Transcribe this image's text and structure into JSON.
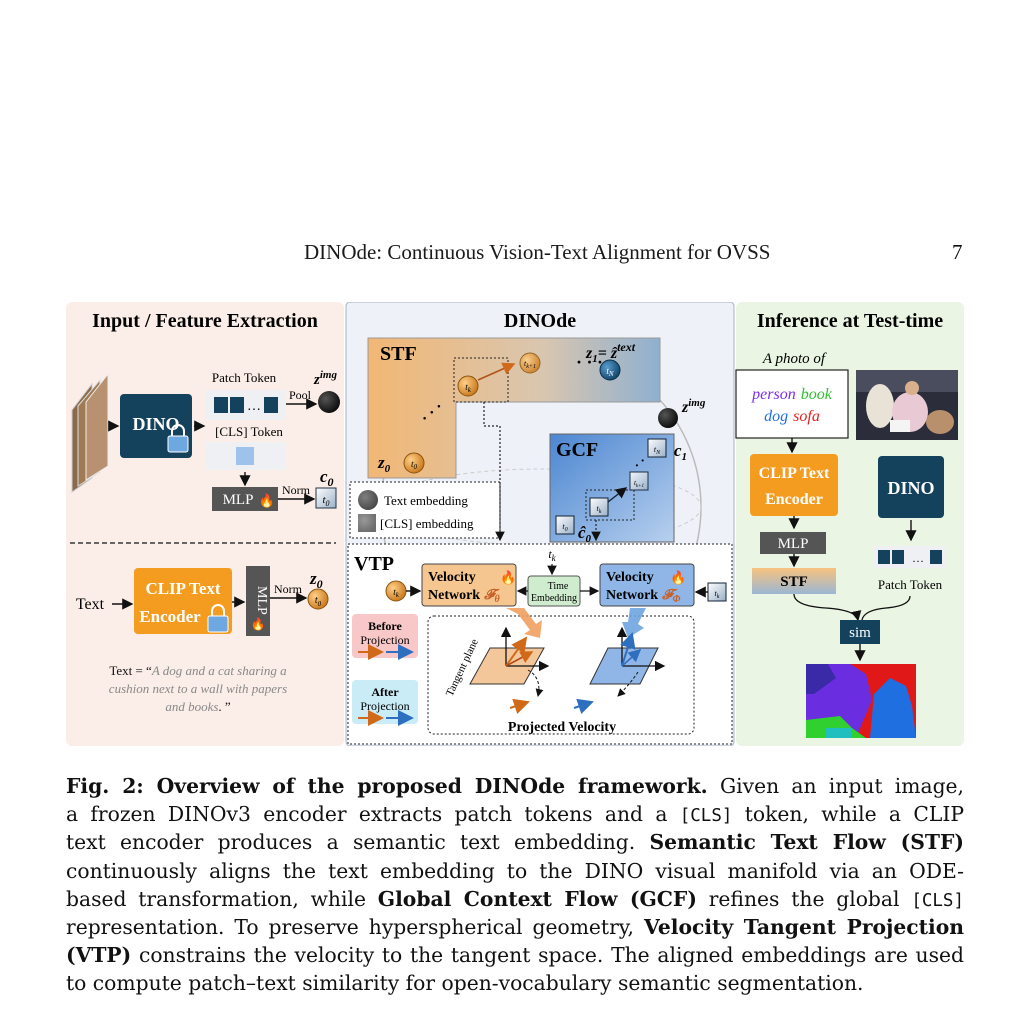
{
  "header": {
    "running_title": "DINOde: Continuous Vision-Text Alignment for OVSS",
    "page_number": "7"
  },
  "figure": {
    "panel_left": {
      "title": "Input / Feature Extraction",
      "dino_label": "DINO",
      "patch_token_label": "Patch Token",
      "pool_label": "Pool",
      "z_img": "z",
      "z_img_sup": "img",
      "cls_token_label": "[CLS] Token",
      "mlp_label": "MLP",
      "norm_label": "Norm",
      "c0_label": "c",
      "c0_sub": "0",
      "t0_label": "t",
      "t0_sub": "0",
      "text_label": "Text",
      "clip_text_encoder_line1": "CLIP Text",
      "clip_text_encoder_line2": "Encoder",
      "mlp_vertical": "MLP",
      "norm_label_2": "Norm",
      "z0_label": "z",
      "z0_sub": "0",
      "text_eq": "Text = “",
      "text_example_1": "A dog and a cat sharing a",
      "text_example_2": "cushion next to a wall with papers",
      "text_example_3": "and books",
      "text_example_end": ". ”"
    },
    "panel_center": {
      "title": "DINOde",
      "stf_label": "STF",
      "gcf_label": "GCF",
      "z1_label": "z",
      "z1_sub": "1",
      "z1_eq": "= ẑ",
      "z1_sup": "text",
      "z_img": "z",
      "z_img_sup": "img",
      "z0_label": "z",
      "z0_sub": "0",
      "c1_label": "c",
      "c1_sub": "1",
      "c0_hat": "ĉ",
      "c0_sub": "0",
      "tk": "t",
      "tk_sub": "k",
      "tk1_sub": "k+1",
      "tN_sub": "N",
      "t0_sub": "0",
      "legend_text_embedding": "Text embedding",
      "legend_cls_embedding": "[CLS] embedding",
      "vtp_label": "VTP",
      "velocity_network_1": "Velocity",
      "velocity_network_2": "Network",
      "f_theta": "𝓕",
      "theta": "θ",
      "phi": "Φ",
      "time_embedding_1": "Time",
      "time_embedding_2": "Embedding",
      "before_projection_1": "Before",
      "before_projection_2": "Projection",
      "after_projection_1": "After",
      "after_projection_2": "Projection",
      "tangent_plane": "Tangent plane",
      "projected_velocity": "Projected Velocity"
    },
    "panel_right": {
      "title": "Inference at Test-time",
      "prompt": "A photo of",
      "classes": [
        {
          "name": "person",
          "color": "#7b2cf0"
        },
        {
          "name": "book",
          "color": "#2fbf2f"
        },
        {
          "name": "dog",
          "color": "#1f6fe0"
        },
        {
          "name": "sofa",
          "color": "#e02020"
        }
      ],
      "clip_text_encoder_line1": "CLIP Text",
      "clip_text_encoder_line2": "Encoder",
      "dino_label": "DINO",
      "mlp_label": "MLP",
      "stf_label": "STF",
      "patch_token_label": "Patch Token",
      "sim_label": "sim"
    },
    "colors": {
      "left_bg": "#fbeee8",
      "center_bg": "#eef2f8",
      "right_bg": "#eaf5e4",
      "dino_box": "#14425c",
      "clip_box": "#f39c1f",
      "mlp_box": "#555555",
      "gcf_box": "#5b8fd6",
      "stf_box": "#f0b77a"
    }
  },
  "caption": {
    "fig_label": "Fig. 2: Overview of the proposed DINOde framework.",
    "lines": [
      {
        "segments": [
          {
            "b": true,
            "t": "Fig. 2: Overview of the proposed DINOde framework."
          },
          {
            "t": " Given an input image,"
          }
        ]
      },
      {
        "segments": [
          {
            "t": "a frozen DINOv3 encoder extracts patch tokens and a "
          },
          {
            "m": true,
            "t": "[CLS]"
          },
          {
            "t": " token, while a CLIP"
          }
        ]
      },
      {
        "segments": [
          {
            "t": "text encoder produces a semantic text embedding. "
          },
          {
            "b": true,
            "t": "Semantic Text Flow (STF)"
          }
        ]
      },
      {
        "segments": [
          {
            "t": "continuously aligns the text embedding to the DINO visual manifold via an ODE-"
          }
        ]
      },
      {
        "segments": [
          {
            "t": "based transformation, while "
          },
          {
            "b": true,
            "t": "Global Context Flow (GCF)"
          },
          {
            "t": " refines the global "
          },
          {
            "m": true,
            "t": "[CLS]"
          }
        ]
      },
      {
        "segments": [
          {
            "t": "representation. To preserve hyperspherical geometry, "
          },
          {
            "b": true,
            "t": "Velocity Tangent Projection"
          }
        ]
      },
      {
        "segments": [
          {
            "b": true,
            "t": "(VTP)"
          },
          {
            "t": " constrains the velocity to the tangent space. The aligned embeddings are used"
          }
        ]
      },
      {
        "segments": [
          {
            "t": "to compute patch–text similarity for open-vocabulary semantic segmentation."
          }
        ]
      }
    ]
  }
}
